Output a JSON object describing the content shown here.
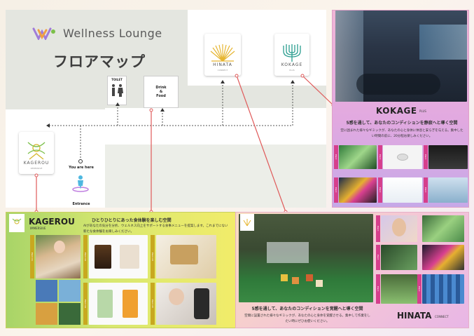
{
  "header": {
    "brand": "Wellness Lounge",
    "title": "フロアマップ"
  },
  "map": {
    "toilet": "TOILET",
    "drink_food": [
      "Drink",
      "&",
      "Food"
    ],
    "hinata": {
      "name": "HINATA",
      "sub": "CONNECT"
    },
    "kokage": {
      "name": "KOKAGE",
      "sub": "PLUS"
    },
    "kagerou": {
      "name": "KAGEROU",
      "sub": "IMMERSIVE"
    },
    "you_are_here": "You are here",
    "entrance": "Entrance"
  },
  "kokage_panel": {
    "title": "KOKAGE",
    "title_sub": "PLUS",
    "headline": "5感を通して、あなたのコンディションを静寂へと導く空間",
    "body": "空に囲まれた様々なギミックが、あなたの心と身体に休息と安らぎを与える。集中したい時間の前に、20分程お楽しみください。",
    "tags": [
      "Point",
      "Point",
      "Point",
      "Point",
      "Point",
      "Point"
    ]
  },
  "kagerou_panel": {
    "title": "KAGEROU",
    "title_sub": "IMMERSIVE",
    "headline": "ひとりひとりにあった食体験を楽しむ空間",
    "body": "AIがあなたの気分を分析、ウェルネス向上をサポートする食事メニューを提案します。これまでにない新たな食体験をお楽しみください。",
    "tags": [
      "Point 01",
      "Point 02",
      "Point 03",
      "Point 04",
      "Point 05"
    ]
  },
  "hinata_panel": {
    "title": "HINATA",
    "title_sub": "CONNECT",
    "headline": "5感を通して、あなたのコンディションを覚醒へと導く空間",
    "body": "空間に設置された様々なギミックが、あなたの心と身体を覚醒させる。集中して作業をしたい時にぜひお使いください。",
    "tags": [
      "Point",
      "Point",
      "Point",
      "Point"
    ]
  },
  "colors": {
    "accent": "#e05a5a",
    "pink": "#d53f8c",
    "green": "#7cc04a"
  }
}
